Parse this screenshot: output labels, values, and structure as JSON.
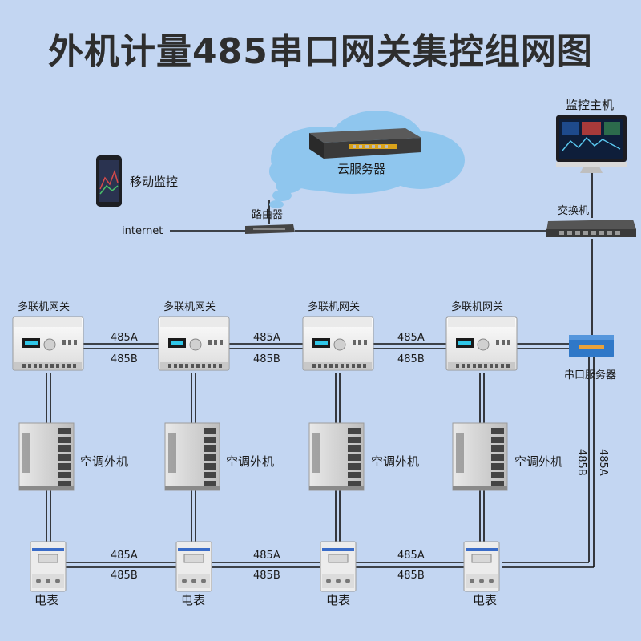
{
  "title": "外机计量485串口网关集控组网图",
  "labels": {
    "mobile": "移动监控",
    "cloud": "云服务器",
    "router": "路由器",
    "internet": "internet",
    "monitor_host": "监控主机",
    "switch": "交换机",
    "serial_server": "串口服务器",
    "gateway": "多联机网关",
    "outdoor_unit": "空调外机",
    "meter": "电表",
    "line_a": "485A",
    "line_b": "485B"
  },
  "colors": {
    "background": "#c3d6f2",
    "cloud": "#8fc6ee",
    "line": "#111111",
    "serial_server": "#2f78c8"
  }
}
